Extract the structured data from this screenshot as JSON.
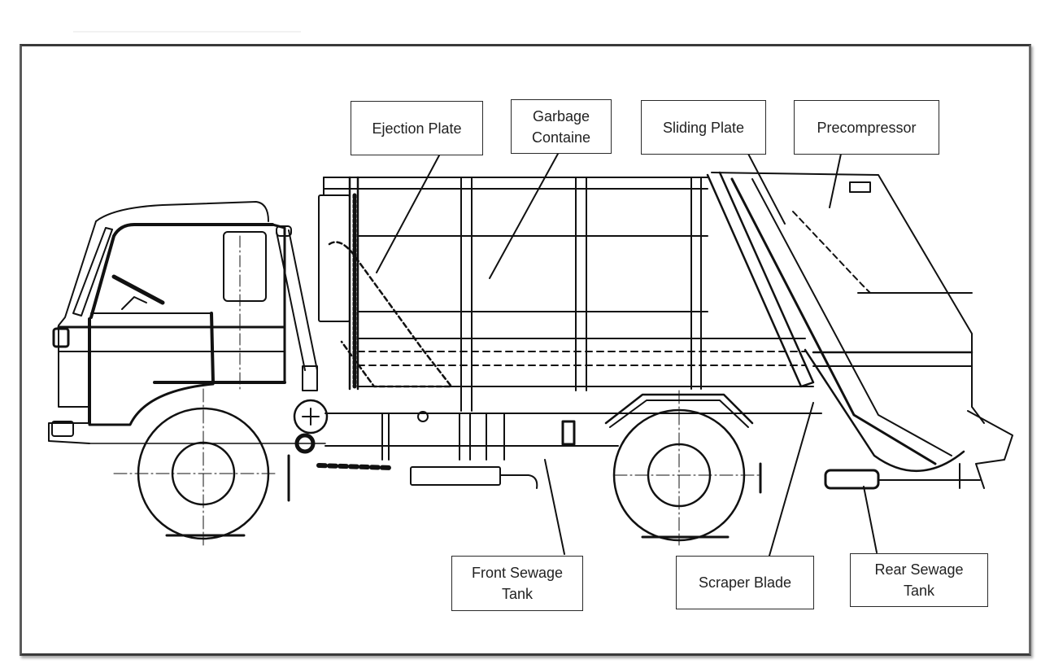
{
  "diagram": {
    "subject": "Garbage compactor truck side view",
    "line_color": "#111111",
    "background": "#ffffff",
    "labels": [
      {
        "id": "ejection-plate",
        "lines": [
          "Ejection Plate"
        ]
      },
      {
        "id": "garbage-container",
        "lines": [
          "Garbage",
          "Containe"
        ]
      },
      {
        "id": "sliding-plate",
        "lines": [
          "Sliding Plate"
        ]
      },
      {
        "id": "precompressor",
        "lines": [
          "Precompressor"
        ]
      },
      {
        "id": "front-sewage-tank",
        "lines": [
          "Front Sewage",
          "Tank"
        ]
      },
      {
        "id": "scraper-blade",
        "lines": [
          "Scraper Blade"
        ]
      },
      {
        "id": "rear-sewage-tank",
        "lines": [
          "Rear Sewage",
          "Tank"
        ]
      }
    ]
  }
}
